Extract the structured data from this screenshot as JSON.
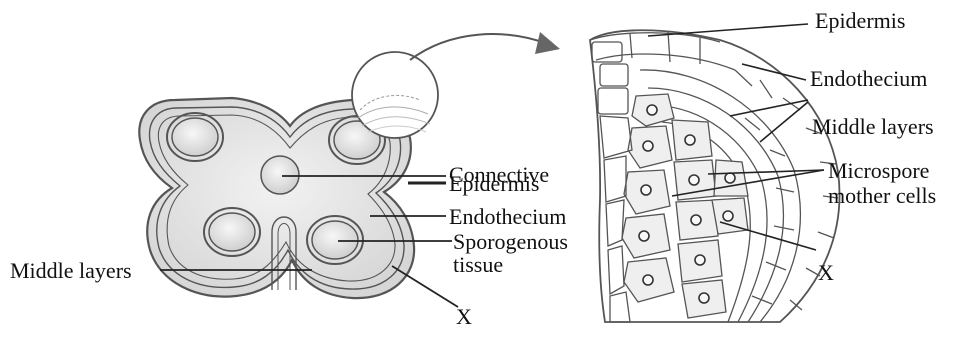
{
  "left_diagram": {
    "labels": {
      "connective": "Connective",
      "epidermis": "Epidermis",
      "endothecium": "Endothecium",
      "sporogenous_line1": "Sporogenous",
      "sporogenous_line2": "tissue",
      "middle_layers": "Middle layers",
      "x": "X"
    }
  },
  "right_diagram": {
    "labels": {
      "epidermis": "Epidermis",
      "endothecium": "Endothecium",
      "middle_layers": "Middle layers",
      "microspore_line1": "Microspore",
      "microspore_line2": "mother cells",
      "x": "X"
    }
  },
  "colors": {
    "line": "#222222",
    "tissue_fill": "#e6e6e6",
    "cell_fill": "#efefef",
    "outline": "#555555"
  }
}
